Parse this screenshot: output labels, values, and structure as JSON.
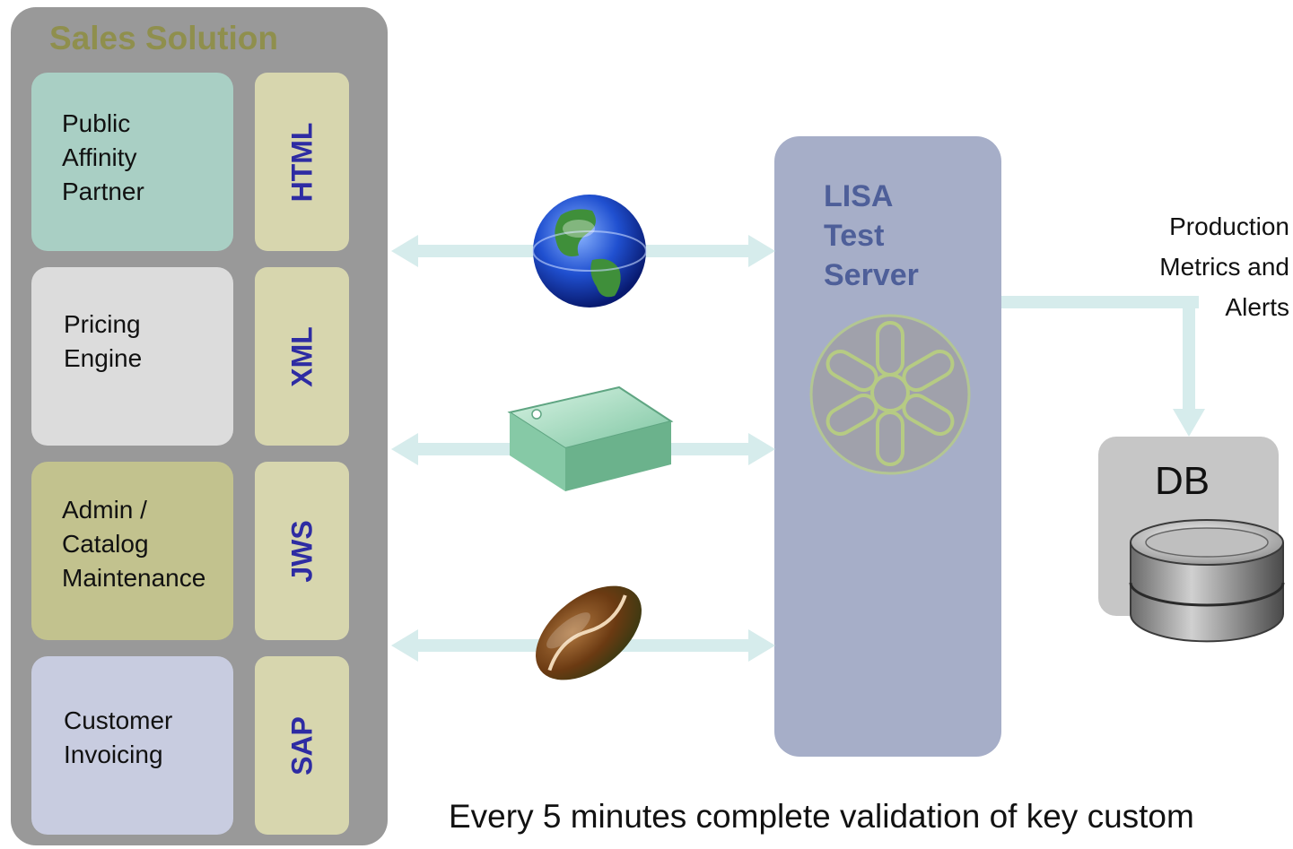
{
  "sales_solution": {
    "title": "Sales Solution",
    "modules": [
      {
        "label": "Public\nAffinity\nPartner",
        "color": "#a9cfc4"
      },
      {
        "label": "Pricing\nEngine",
        "color": "#dcdcdc"
      },
      {
        "label": "Admin /\nCatalog\nMaintenance",
        "color": "#c2c28e"
      },
      {
        "label": "Customer\nInvoicing",
        "color": "#c8cce0"
      }
    ],
    "protocols": [
      "HTML",
      "XML",
      "JWS",
      "SAP"
    ]
  },
  "lisa": {
    "title": "LISA\nTest\nServer"
  },
  "production": {
    "label": "Production\nMetrics and\nAlerts"
  },
  "db": {
    "label": "DB"
  },
  "footer": {
    "text": "Every 5 minutes complete validation of key custom"
  },
  "colors": {
    "panel": "#999999",
    "title": "#8f8f4d",
    "protocol_text": "#2e2ca3",
    "lisa_bg": "#a6aec8",
    "lisa_text": "#4e5f99",
    "arrow": "#d6ecec"
  },
  "icons": [
    "globe-icon",
    "router-icon",
    "coffee-bean-icon",
    "lisa-wheel-icon",
    "database-icon"
  ]
}
